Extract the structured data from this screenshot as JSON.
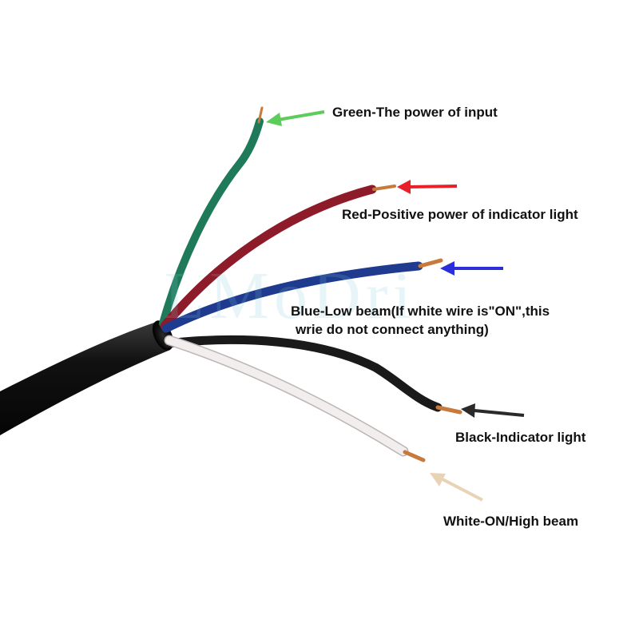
{
  "watermark": "LMoDri",
  "labels": {
    "green": "Green-The power of input",
    "red": "Red-Positive power of indicator light",
    "blue_line1": "Blue-Low beam(If white wire is\"ON\",this",
    "blue_line2": "wrie do not connect anything)",
    "black": "Black-Indicator light",
    "white": "White-ON/High beam"
  },
  "colors": {
    "green_wire": "#1f7a5a",
    "red_wire": "#8e1b2a",
    "blue_wire": "#1f3b8f",
    "black_wire": "#1a1a1a",
    "white_wire": "#f3eeee",
    "green_arrow": "#5ccc5a",
    "red_arrow": "#e8202a",
    "blue_arrow": "#2a2fd9",
    "black_arrow": "#2a2a2a",
    "white_arrow": "#e8d3b5",
    "copper": "#c87a3c"
  }
}
